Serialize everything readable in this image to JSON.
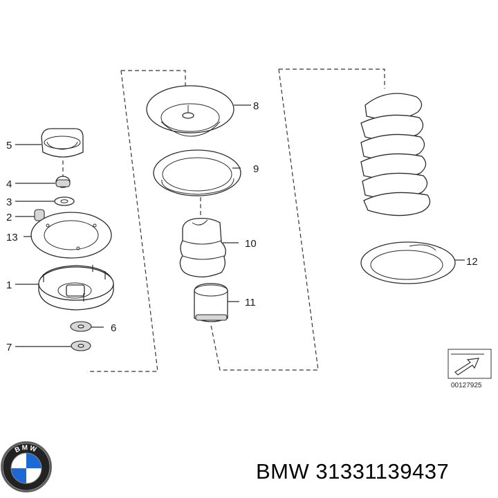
{
  "diagram": {
    "callouts": [
      {
        "id": "1",
        "label": "1"
      },
      {
        "id": "2",
        "label": "2"
      },
      {
        "id": "3",
        "label": "3"
      },
      {
        "id": "4",
        "label": "4"
      },
      {
        "id": "5",
        "label": "5"
      },
      {
        "id": "6",
        "label": "6"
      },
      {
        "id": "7",
        "label": "7"
      },
      {
        "id": "8",
        "label": "8"
      },
      {
        "id": "9",
        "label": "9"
      },
      {
        "id": "10",
        "label": "10"
      },
      {
        "id": "11",
        "label": "11"
      },
      {
        "id": "12",
        "label": "12"
      },
      {
        "id": "13",
        "label": "13"
      }
    ],
    "reference_code": "00127925"
  },
  "logo": {
    "brand_text": "BMW"
  },
  "caption": {
    "text": "BMW 31331139437"
  },
  "colors": {
    "background": "#ffffff",
    "line": "#2a2a2a",
    "logo_blue": "#1c69d4"
  }
}
